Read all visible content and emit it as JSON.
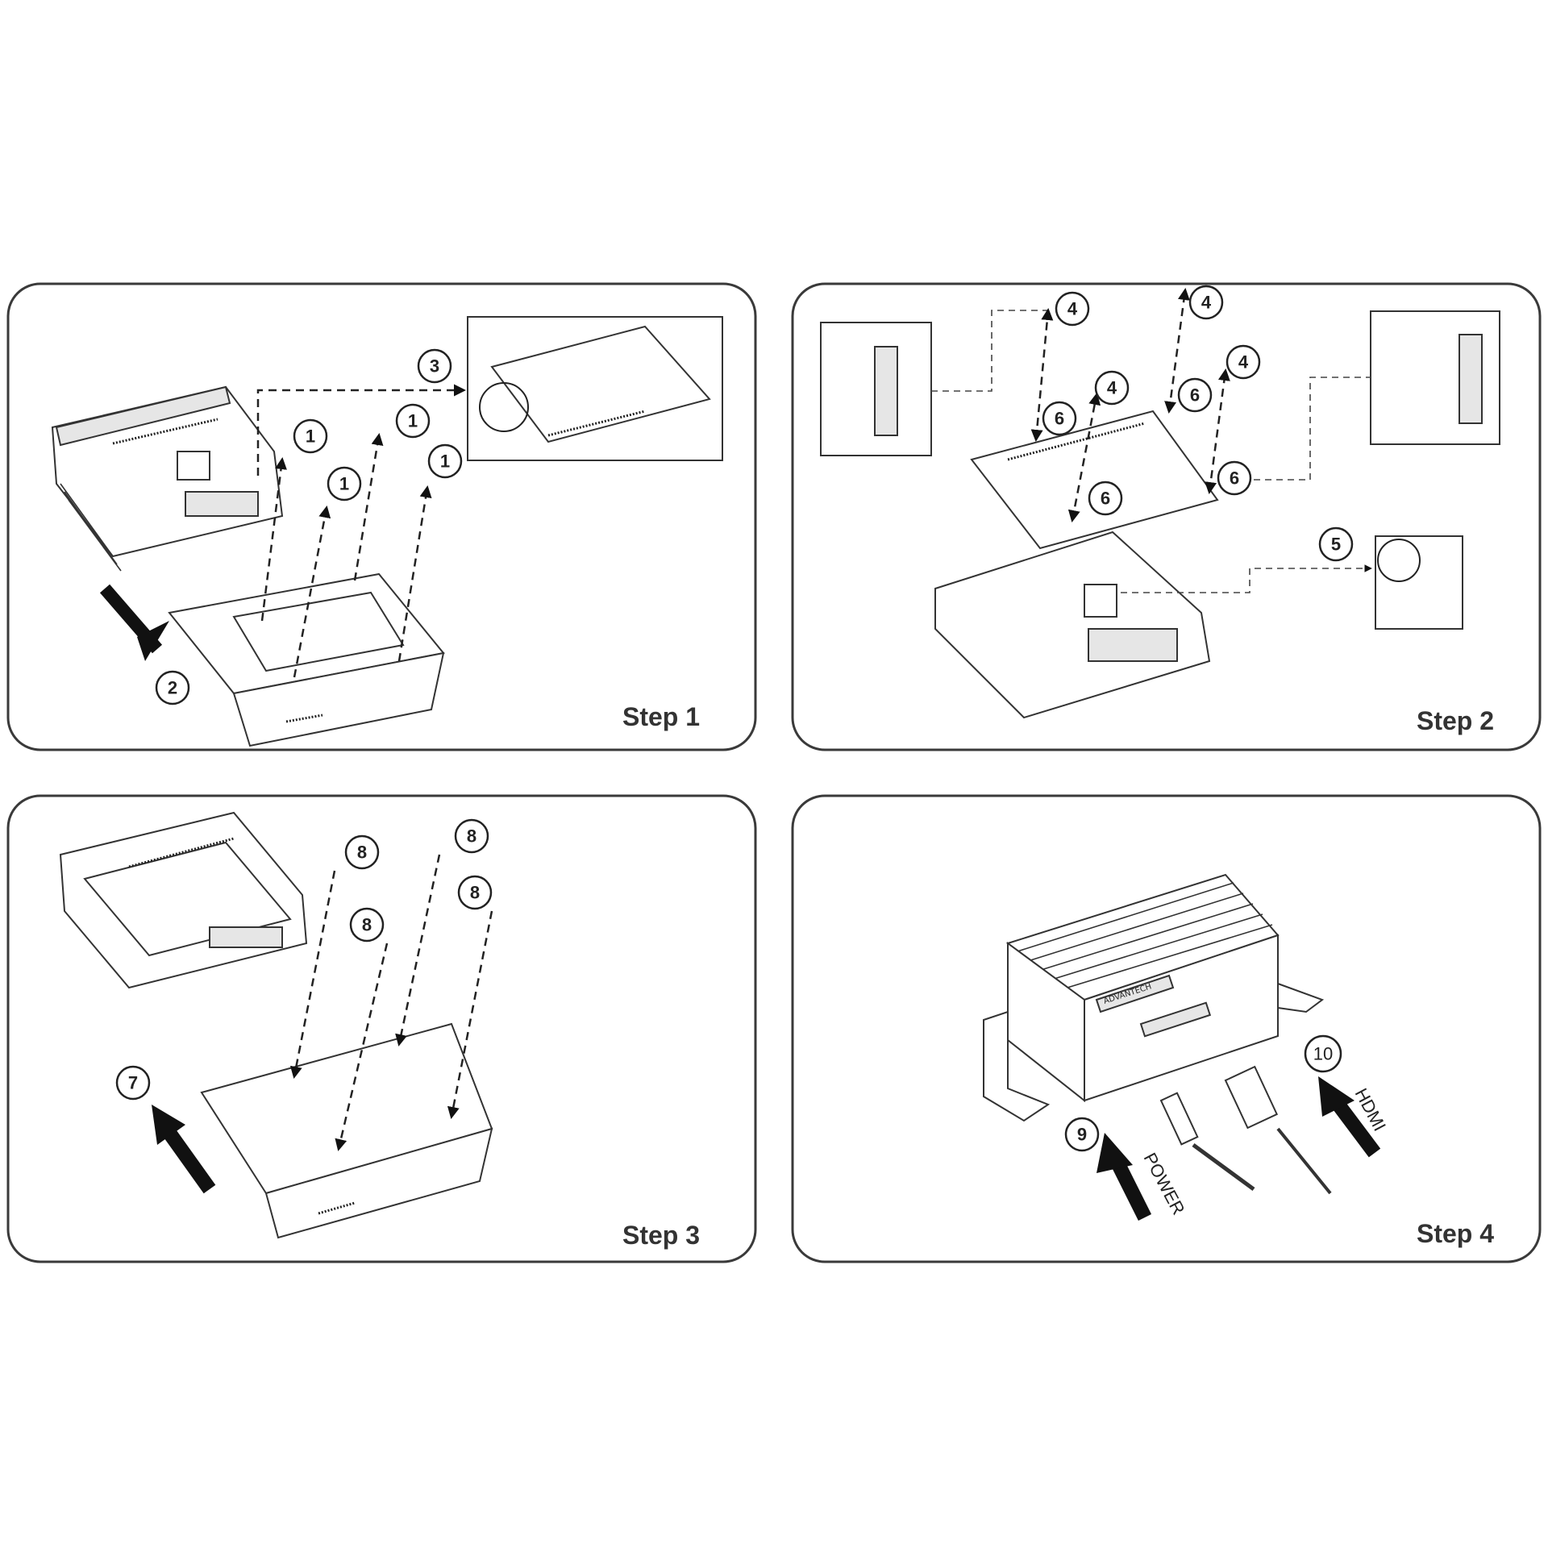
{
  "panels": [
    {
      "title": "Step 1",
      "callouts": [
        "1",
        "1",
        "1",
        "1",
        "2",
        "3"
      ]
    },
    {
      "title": "Step 2",
      "callouts": [
        "4",
        "4",
        "4",
        "4",
        "6",
        "6",
        "6",
        "6",
        "5"
      ]
    },
    {
      "title": "Step 3",
      "callouts": [
        "8",
        "8",
        "8",
        "8",
        "7"
      ]
    },
    {
      "title": "Step 4",
      "callouts": [
        "9",
        "10"
      ],
      "labels": {
        "power": "POWER",
        "hdmi": "HDMI"
      },
      "device_brand": "ADVANTECH"
    }
  ],
  "colors": {
    "line": "#333333",
    "background": "#ffffff",
    "arrow": "#111111"
  }
}
